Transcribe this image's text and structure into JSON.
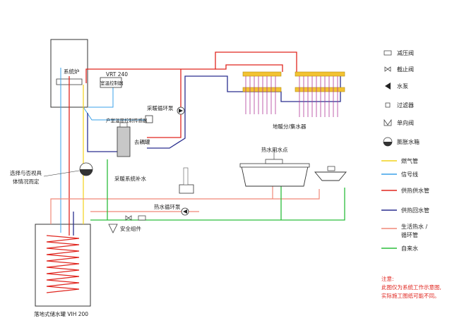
{
  "colors": {
    "gas": "#f2d21a",
    "signal": "#3aa0e8",
    "heating_supply": "#e0261f",
    "heating_return": "#2a2f8f",
    "domestic_hot": "#f08878",
    "cold_water": "#2bbd3c",
    "manifold": "#f2c232",
    "radiant_loop": "#b0389a",
    "note_text": "#e0261f",
    "equipment_outline": "#333333"
  },
  "labels": {
    "boiler": "系统炉",
    "controller_model": "VRT 240",
    "controller_name": "室温控制器",
    "heating_pump": "采暖循环泵",
    "outdoor_sensor": "户室温度控制传感器",
    "separator": "去耦罐",
    "floor_heating": "地暖分/集水器",
    "hot_water_point": "热水用水点",
    "makeup": "采暖系统补水",
    "hot_circ_pump": "热水循环泵",
    "safety": "安全组件",
    "expansion_note_1": "选择与否视具",
    "expansion_note_2": "体情况而定",
    "tank": "落地式储水罐 VIH 200"
  },
  "legend": [
    {
      "icon": "reducing-valve-icon",
      "label": "减压阀"
    },
    {
      "icon": "stop-valve-icon",
      "label": "截止阀"
    },
    {
      "icon": "pump-icon",
      "label": "水泵"
    },
    {
      "icon": "filter-icon",
      "label": "过滤器"
    },
    {
      "icon": "check-valve-icon",
      "label": "单向阀"
    },
    {
      "icon": "expansion-tank-icon",
      "label": "膨胀水箱"
    },
    {
      "icon": "gas-pipe-line",
      "label": "燃气管",
      "color": "#f2d21a"
    },
    {
      "icon": "signal-line",
      "label": "信号线",
      "color": "#3aa0e8"
    },
    {
      "icon": "heating-supply-line",
      "label": "供热供水管",
      "color": "#e0261f"
    },
    {
      "icon": "heating-return-line",
      "label": "供热回水管",
      "color": "#2a2f8f"
    },
    {
      "icon": "domestic-hot-line",
      "label": "生活热水 /",
      "label2": "循环管",
      "color": "#f08878"
    },
    {
      "icon": "cold-water-line",
      "label": "自来水",
      "color": "#2bbd3c"
    }
  ],
  "note": {
    "title": "注意:",
    "line1": "此图仅为系统工作示意图,",
    "line2": "实际施工图纸可能不同。"
  }
}
